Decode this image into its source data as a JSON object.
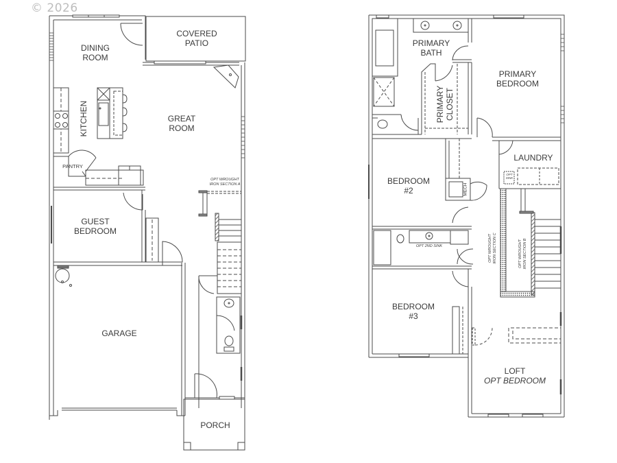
{
  "copyright": "© 2026",
  "floors": {
    "first": {
      "rooms": {
        "dining": [
          "DINING",
          "ROOM"
        ],
        "covered_patio": [
          "COVERED",
          "PATIO"
        ],
        "kitchen": "KITCHEN",
        "great_room": [
          "GREAT",
          "ROOM"
        ],
        "pantry": "PANTRY",
        "opt_wrought_a": [
          "OPT WROUGHT",
          "IRON SECTION A"
        ],
        "guest_bedroom": [
          "GUEST",
          "BEDROOM"
        ],
        "garage": "GARAGE",
        "porch": "PORCH"
      }
    },
    "second": {
      "rooms": {
        "primary_bath": [
          "PRIMARY",
          "BATH"
        ],
        "primary_bedroom": [
          "PRIMARY",
          "BEDROOM"
        ],
        "primary_closet": [
          "PRIMARY",
          "CLOSET"
        ],
        "bedroom2": [
          "BEDROOM",
          "#2"
        ],
        "mech": "MECH",
        "laundry": "LAUNDRY",
        "opt_sink": [
          "OPT",
          "SINK"
        ],
        "opt_2nd_sink": "OPT 2ND SINK",
        "opt_wrought_c": [
          "OPT WROUGHT",
          "IRON SECTION C"
        ],
        "opt_wrought_b": [
          "OPT WROUGHT",
          "IRON SECTION B"
        ],
        "bedroom3": [
          "BEDROOM",
          "#3"
        ],
        "loft": "LOFT",
        "loft_opt": "OPT BEDROOM"
      }
    }
  },
  "colors": {
    "wall": "#4a4a4a",
    "text": "#3a3a3a",
    "copyright": "#bdbdbd"
  }
}
